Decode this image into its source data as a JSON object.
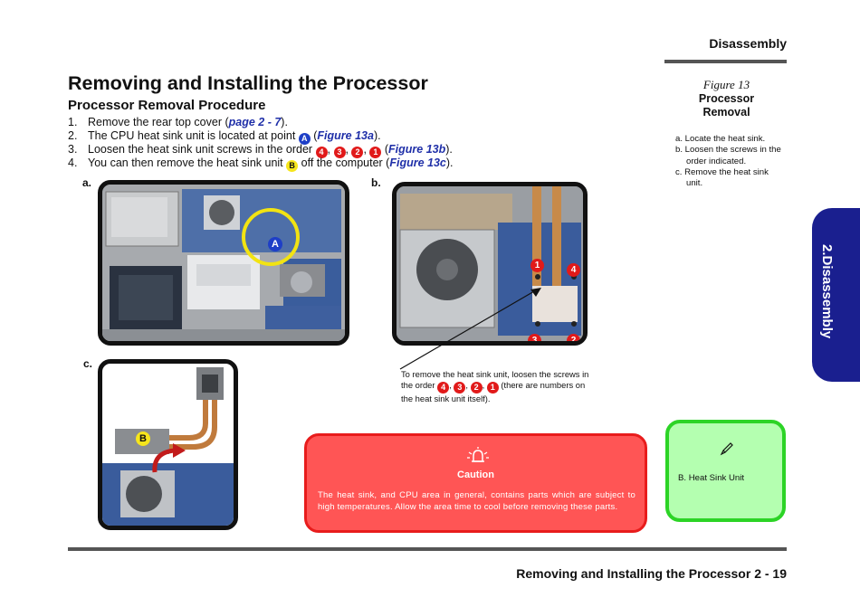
{
  "header": {
    "section": "Disassembly"
  },
  "title": "Removing and Installing the Processor",
  "subtitle": "Processor Removal Procedure",
  "steps": [
    {
      "num": "1.",
      "text_a": "Remove the rear top cover (",
      "ref": "page 2 - 7",
      "text_b": ")."
    },
    {
      "num": "2.",
      "text_a": "The CPU heat sink unit is located at point ",
      "marker": "A",
      "text_b": " (",
      "ref": "Figure 13a",
      "text_c": ")."
    },
    {
      "num": "3.",
      "text_a": "Loosen the heat sink unit screws in the order ",
      "markers": [
        "4",
        "3",
        "2",
        "1"
      ],
      "text_b": " (",
      "ref": "Figure 13b",
      "text_c": ")."
    },
    {
      "num": "4.",
      "text_a": "You can then remove the heat sink unit ",
      "marker": "B",
      "text_b": " off the computer (",
      "ref": "Figure 13c",
      "text_c": ")."
    }
  ],
  "sidebar": {
    "figure_number": "Figure 13",
    "figure_name_line1": "Processor",
    "figure_name_line2": "Removal",
    "notes": [
      "a. Locate the heat sink.",
      "b. Loosen the screws in the order indicated.",
      "c. Remove the heat sink unit."
    ]
  },
  "chapter_tab": "2.Disassembly",
  "figures": {
    "a": {
      "label": "a.",
      "marker": "A"
    },
    "b": {
      "label": "b.",
      "markers": [
        "1",
        "4",
        "3",
        "2"
      ]
    },
    "c": {
      "label": "c.",
      "marker": "B"
    }
  },
  "callout": {
    "line1": "To remove the heat sink unit, loosen the screws in",
    "line2_a": "the order ",
    "markers": [
      "4",
      "3",
      "2",
      "1"
    ],
    "line2_b": " (there are numbers on",
    "line3": "the heat sink unit itself)."
  },
  "caution": {
    "title": "Caution",
    "body": "The heat sink, and CPU area in general, contains parts which are subject to high temperatures. Allow the area time to cool before removing these parts."
  },
  "note": {
    "text": "B.  Heat Sink Unit"
  },
  "footer": {
    "title": "Removing and Installing the Processor",
    "page": "2  -  19"
  },
  "colors": {
    "accent_blue": "#1a1f8f",
    "marker_red": "#e11a1a",
    "caution_red": "#ff5555",
    "note_green": "#b4ffb0",
    "ref_blue": "#1f2fa8"
  }
}
